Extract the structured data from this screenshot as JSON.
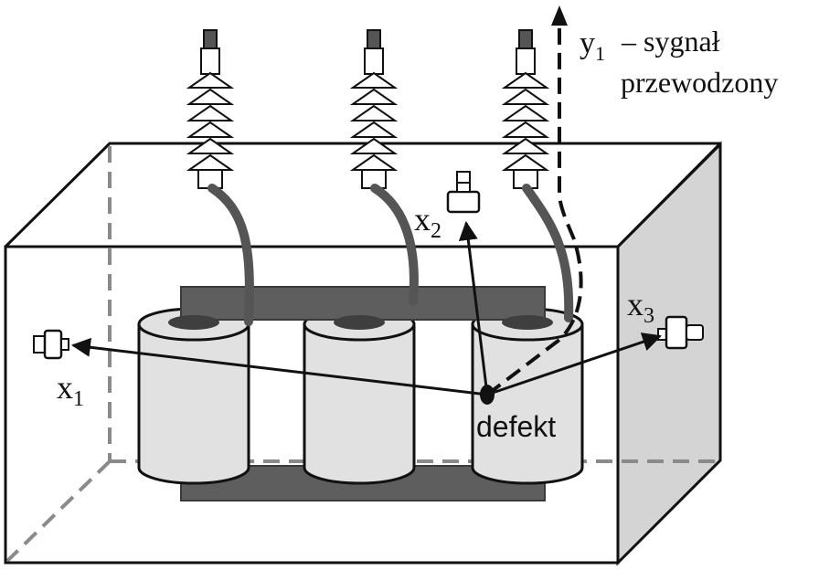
{
  "labels": {
    "y1_main": "y",
    "y1_sub": "1",
    "signal_line1": "– sygnał",
    "signal_line2": "przewodzony",
    "x1_main": "x",
    "x1_sub": "1",
    "x2_main": "x",
    "x2_sub": "2",
    "x3_main": "x",
    "x3_sub": "3",
    "defect": "defekt"
  },
  "colors": {
    "outline": "#111111",
    "tank_side": "#d4d4d4",
    "core": "#5e5e5e",
    "coil": "#e1e1e1",
    "hidden_edges": "#8a8a8a"
  }
}
